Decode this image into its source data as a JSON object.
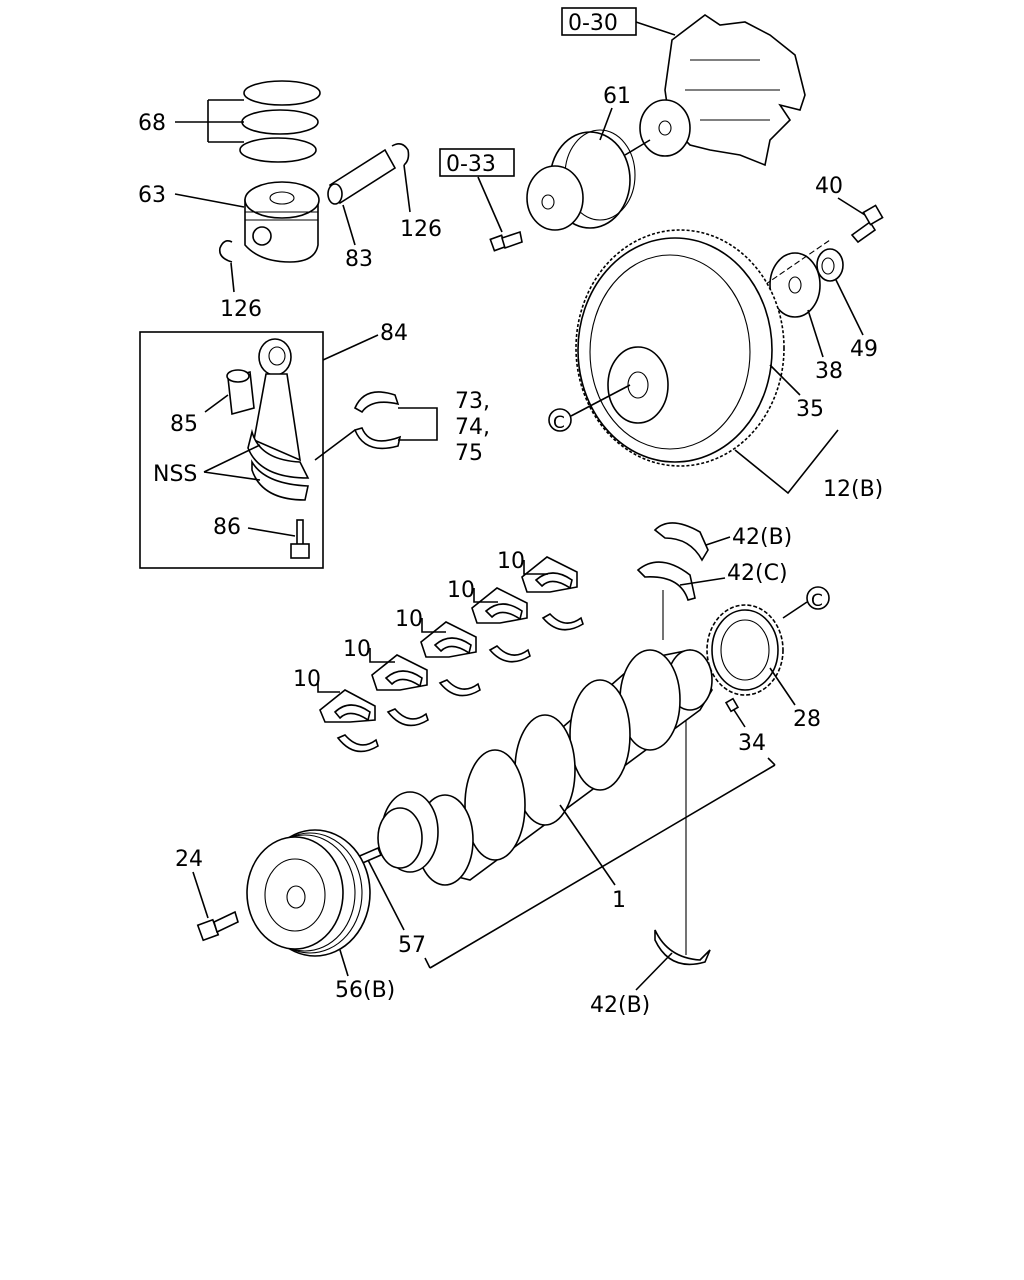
{
  "labels": {
    "l_0_30": "0-30",
    "l_61": "61",
    "l_68": "68",
    "l_0_33": "0-33",
    "l_40": "40",
    "l_63": "63",
    "l_126a": "126",
    "l_83": "83",
    "l_126b": "126",
    "l_49": "49",
    "l_38": "38",
    "l_84": "84",
    "l_85": "85",
    "l_73": "73,",
    "l_74": "74,",
    "l_75": "75",
    "l_c1": "C",
    "l_35": "35",
    "l_nss": "NSS",
    "l_12b": "12(B)",
    "l_86": "86",
    "l_42b_top": "42(B)",
    "l_42c": "42(C)",
    "l_c2": "C",
    "l_10a": "10",
    "l_10b": "10",
    "l_10c": "10",
    "l_10d": "10",
    "l_10e": "10",
    "l_28": "28",
    "l_34": "34",
    "l_24": "24",
    "l_1": "1",
    "l_57": "57",
    "l_56b": "56(B)",
    "l_42b_bot": "42(B)"
  }
}
